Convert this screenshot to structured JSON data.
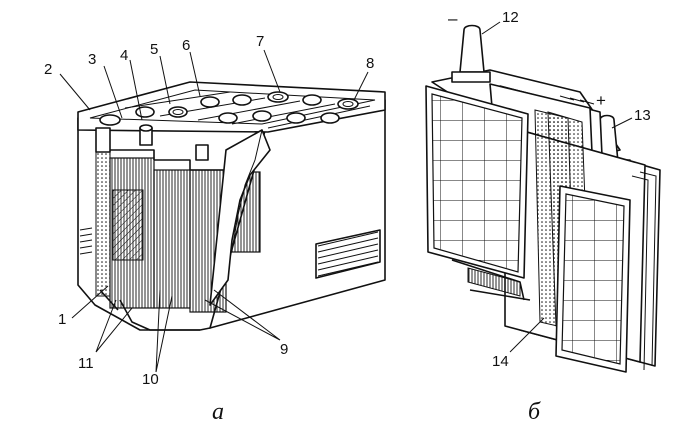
{
  "callouts": {
    "n1": "1",
    "n2": "2",
    "n3": "3",
    "n4": "4",
    "n5": "5",
    "n6": "6",
    "n7": "7",
    "n8": "8",
    "n9": "9",
    "n10": "10",
    "n11": "11",
    "n12": "12",
    "n13": "13",
    "n14": "14"
  },
  "captions": {
    "left": "а",
    "right": "б"
  },
  "terminal_signs": {
    "negative": "–",
    "positive": "+"
  }
}
